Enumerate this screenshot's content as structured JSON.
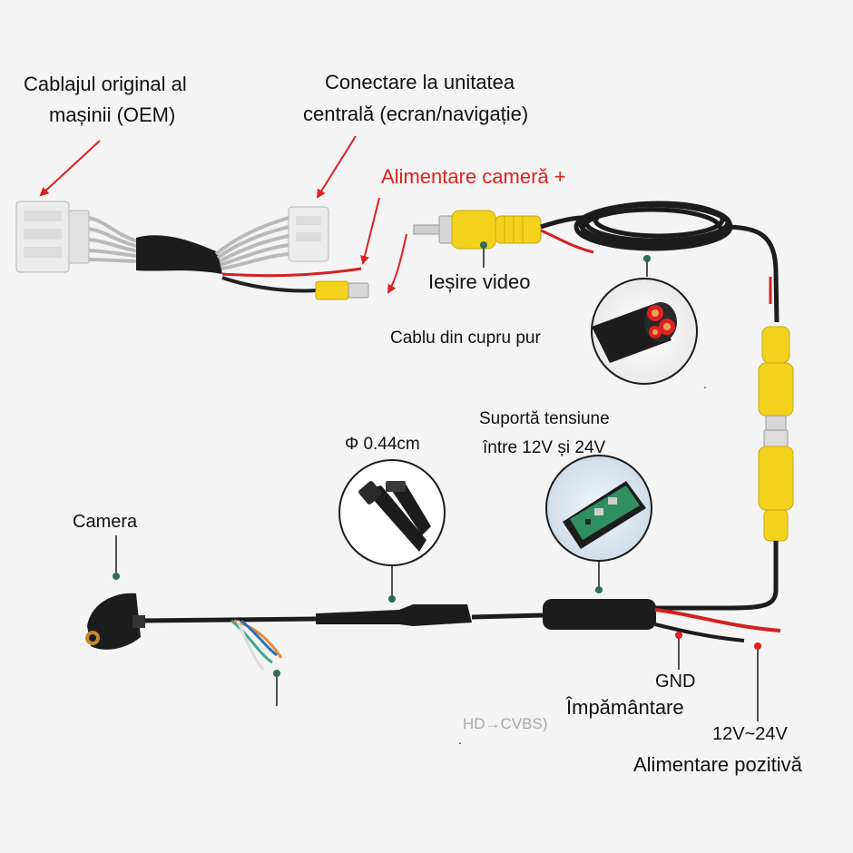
{
  "labels": {
    "oem_line1": "Cablajul original al",
    "oem_line2": "mașinii (OEM)",
    "head_line1": "Conectare la unitatea",
    "head_line2": "centrală (ecran/navigație)",
    "cam_power": "Alimentare cameră +",
    "video_out": "Ieșire video",
    "copper": "Cablu din cupru pur",
    "diameter": "Φ 0.44cm",
    "voltage_line1": "Suportă tensiune",
    "voltage_line2": "între 12V și 24V",
    "camera": "Camera",
    "gnd": "GND",
    "ground": "Împământare",
    "volt_range": "12V~24V",
    "pos_power": "Alimentare pozitivă",
    "faded": "HD→CVBS)"
  },
  "colors": {
    "accent_red": "#e0201f",
    "rca_yellow": "#f2d21c",
    "cable_black": "#1c1c1c",
    "connector_white": "#ececec",
    "wire_grey": "#b9b9b9",
    "pcb_green": "#2f8f62"
  },
  "icons": {
    "callout_dot": "dot",
    "arrow": "red-arrow"
  }
}
